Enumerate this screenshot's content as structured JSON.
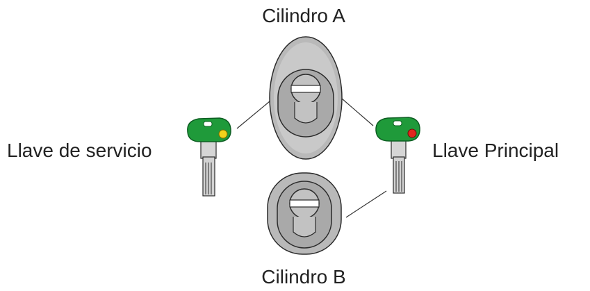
{
  "labels": {
    "cylinder_a": "Cilindro A",
    "cylinder_b": "Cilindro B",
    "service_key": "Llave de servicio",
    "master_key": "Llave Principal"
  },
  "colors": {
    "key_head_green": "#1f9a3a",
    "key_head_dark": "#0d6b25",
    "service_dot": "#f2d21b",
    "master_dot": "#e0281e",
    "cylinder_fill": "#bdbdbd",
    "cylinder_edge": "#2b2b2b",
    "text": "#222222"
  },
  "icons": {
    "cylinder_a": "oval-lock-cylinder-icon",
    "cylinder_b": "rounded-lock-cylinder-icon",
    "service_key": "key-with-yellow-dot-icon",
    "master_key": "key-with-red-dot-icon"
  }
}
